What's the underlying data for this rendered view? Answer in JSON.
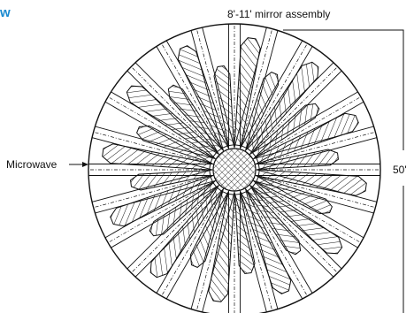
{
  "corner_text": "w",
  "labels": {
    "mirror": "8'-11' mirror assembly",
    "microwave": "Microwave",
    "diameter": "50'"
  },
  "diagram": {
    "spoke_count": 24,
    "colors": {
      "line": "#111111",
      "accent": "#1b8bd1"
    }
  }
}
